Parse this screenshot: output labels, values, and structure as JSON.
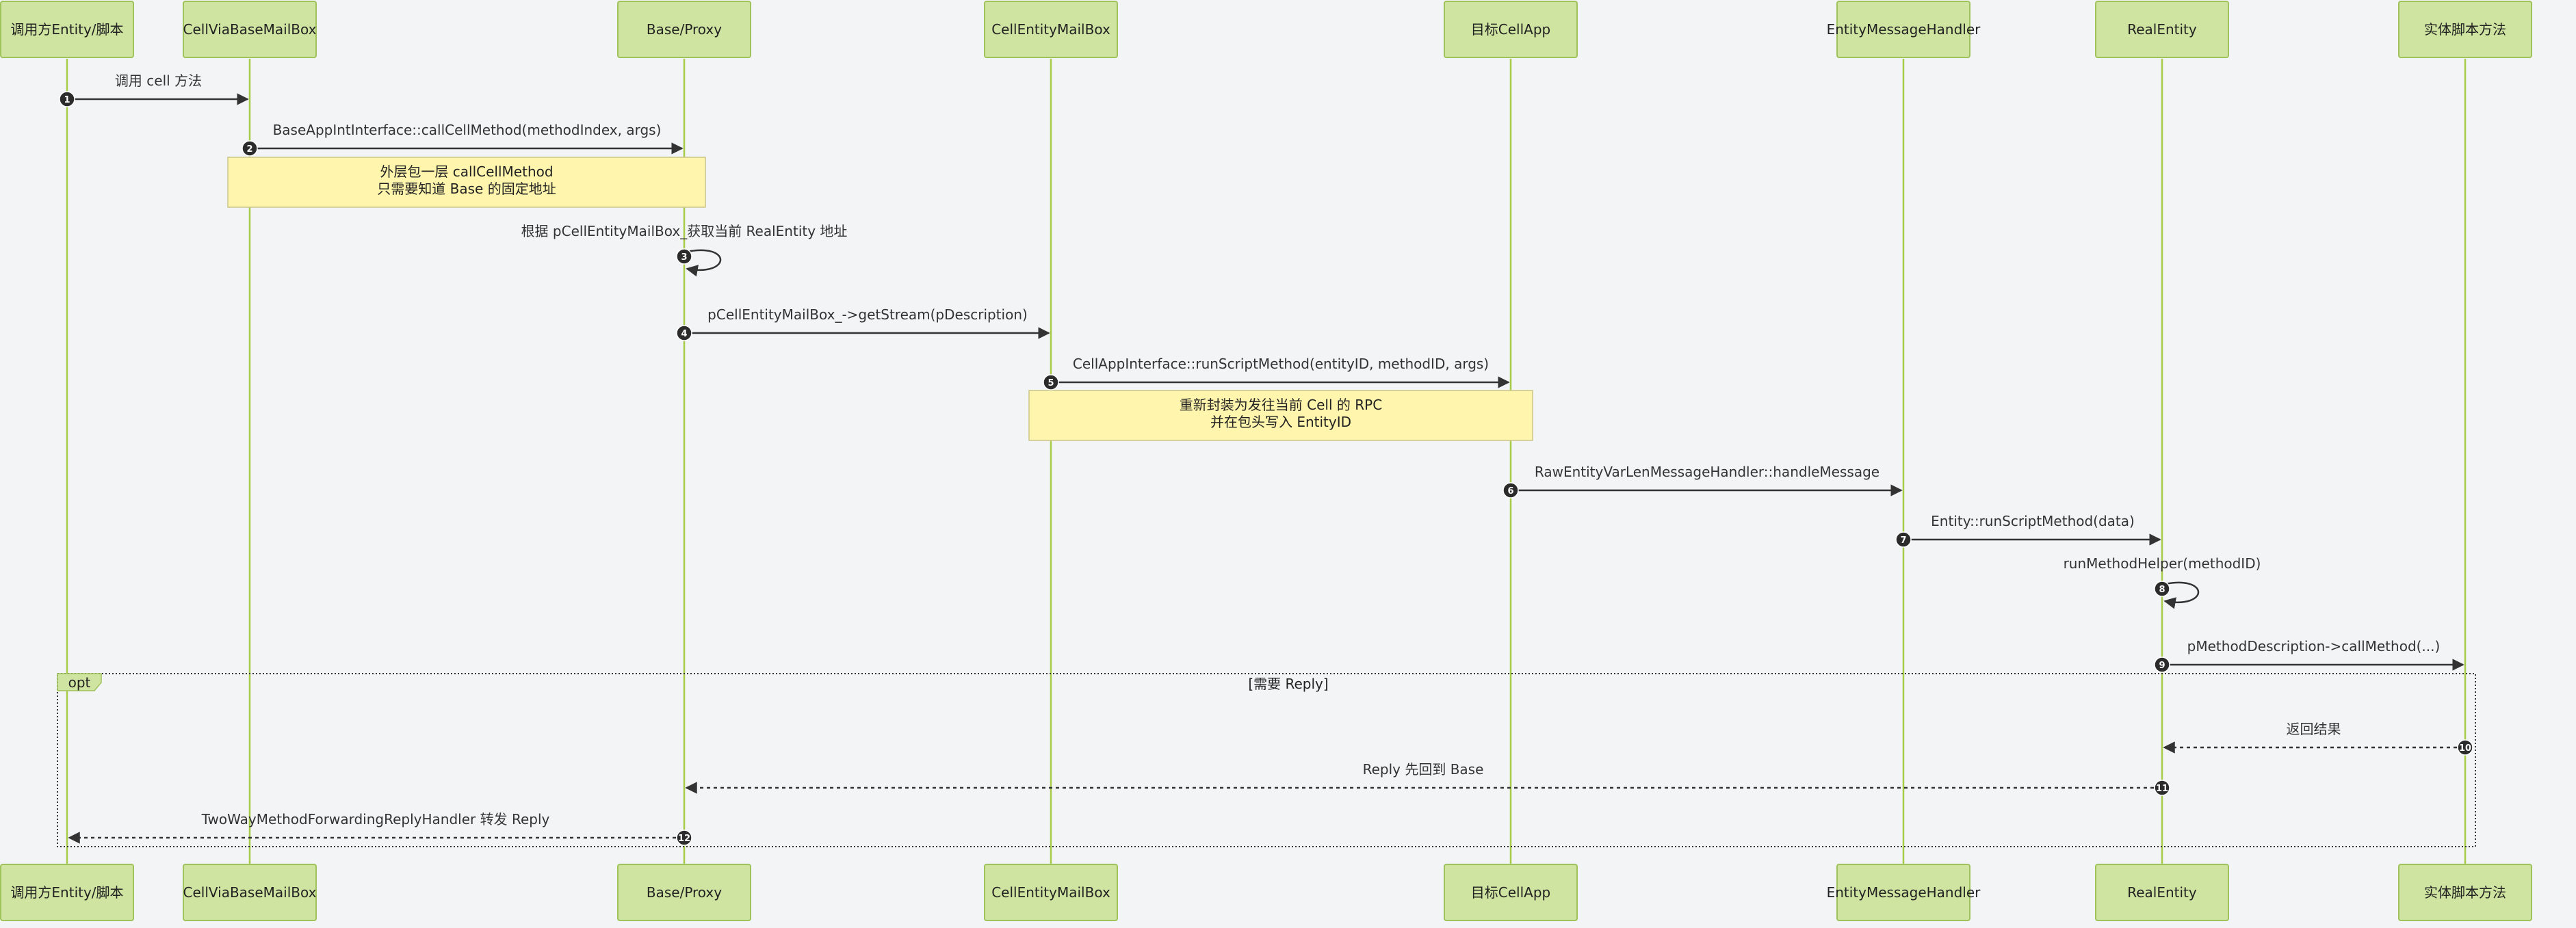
{
  "actors": [
    {
      "id": "caller",
      "label": "调用方Entity/脚本"
    },
    {
      "id": "cvbmb",
      "label": "CellViaBaseMailBox"
    },
    {
      "id": "base",
      "label": "Base/Proxy"
    },
    {
      "id": "cemb",
      "label": "CellEntityMailBox"
    },
    {
      "id": "cellapp",
      "label": "目标CellApp"
    },
    {
      "id": "emh",
      "label": "EntityMessageHandler"
    },
    {
      "id": "real",
      "label": "RealEntity"
    },
    {
      "id": "script",
      "label": "实体脚本方法"
    }
  ],
  "messages": [
    {
      "num": "1",
      "from": "caller",
      "to": "cvbmb",
      "text": "调用 cell 方法",
      "dashed": false
    },
    {
      "num": "2",
      "from": "cvbmb",
      "to": "base",
      "text": "BaseAppIntInterface::callCellMethod(methodIndex, args)",
      "dashed": false
    },
    {
      "num": "3",
      "from": "base",
      "to": "base",
      "text": "根据 pCellEntityMailBox_获取当前 RealEntity 地址",
      "dashed": false
    },
    {
      "num": "4",
      "from": "base",
      "to": "cemb",
      "text": "pCellEntityMailBox_->getStream(pDescription)",
      "dashed": false
    },
    {
      "num": "5",
      "from": "cemb",
      "to": "cellapp",
      "text": "CellAppInterface::runScriptMethod(entityID, methodID, args)",
      "dashed": false
    },
    {
      "num": "6",
      "from": "cellapp",
      "to": "emh",
      "text": "RawEntityVarLenMessageHandler::handleMessage",
      "dashed": false
    },
    {
      "num": "7",
      "from": "emh",
      "to": "real",
      "text": "Entity::runScriptMethod(data)",
      "dashed": false
    },
    {
      "num": "8",
      "from": "real",
      "to": "real",
      "text": "runMethodHelper(methodID)",
      "dashed": false
    },
    {
      "num": "9",
      "from": "real",
      "to": "script",
      "text": "pMethodDescription->callMethod(...)",
      "dashed": false
    },
    {
      "num": "10",
      "from": "script",
      "to": "real",
      "text": "返回结果",
      "dashed": true
    },
    {
      "num": "11",
      "from": "real",
      "to": "base",
      "text": "Reply 先回到 Base",
      "dashed": true
    },
    {
      "num": "12",
      "from": "base",
      "to": "caller",
      "text": "TwoWayMethodForwardingReplyHandler 转发 Reply",
      "dashed": true
    }
  ],
  "notes": [
    {
      "over": [
        "cvbmb",
        "base"
      ],
      "lines": [
        "外层包一层 callCellMethod",
        "只需要知道 Base 的固定地址"
      ]
    },
    {
      "over": [
        "cemb",
        "cellapp"
      ],
      "lines": [
        "重新封装为发往当前 Cell 的 RPC",
        "并在包头写入 EntityID"
      ]
    }
  ],
  "opt": {
    "label": "opt",
    "condition": "[需要 Reply]"
  },
  "colors": {
    "background": "#f3f4f6",
    "actor_fill": "#cfe4a0",
    "lifeline": "#a6cc48",
    "note_fill": "#fff5ad"
  }
}
